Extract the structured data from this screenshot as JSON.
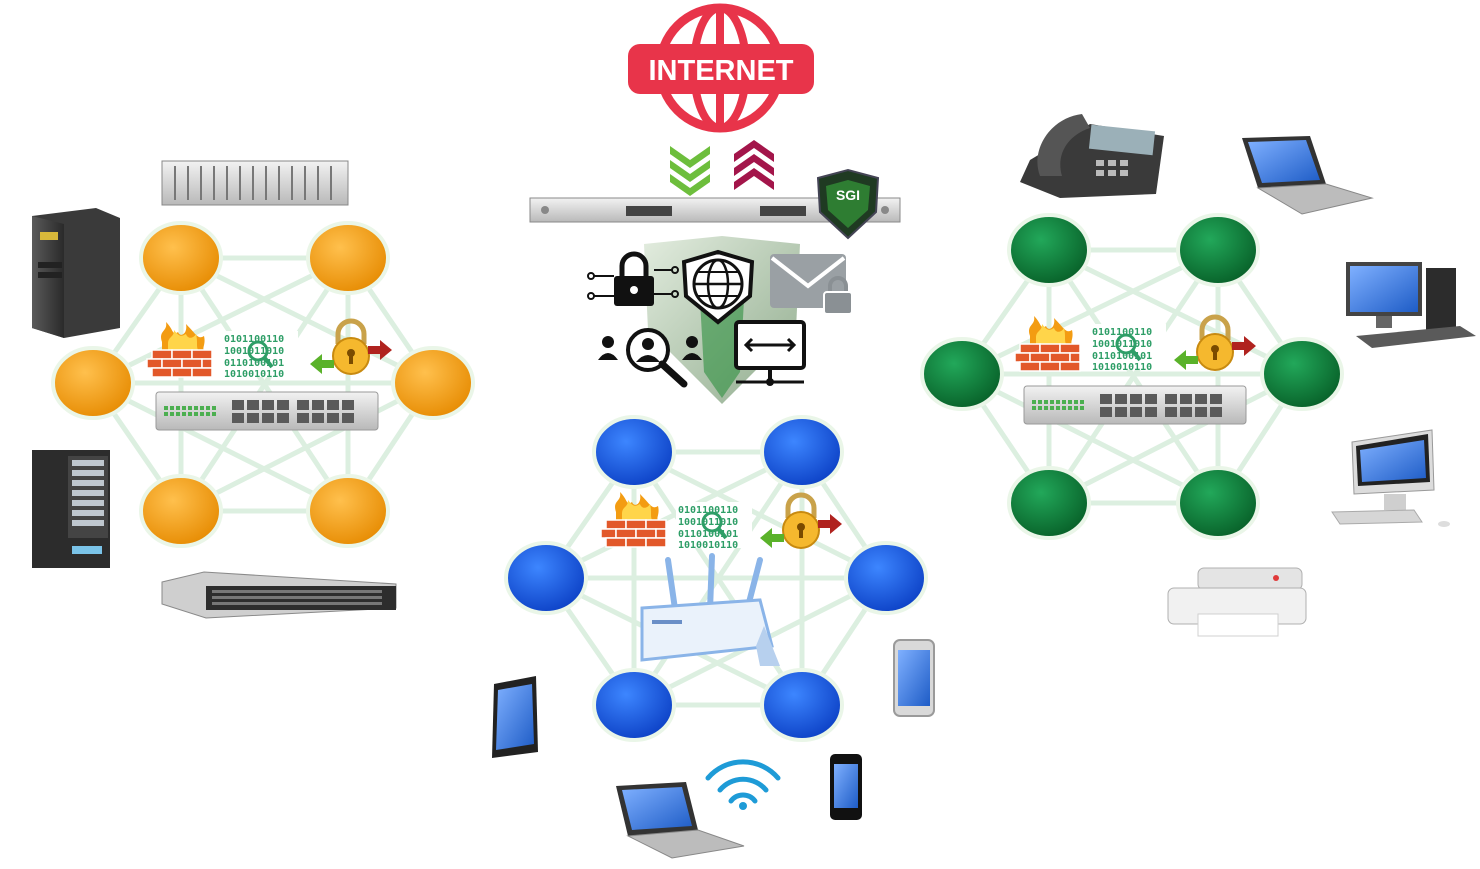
{
  "internet": {
    "label": "INTERNET",
    "color": "#e8344a"
  },
  "gateway": {
    "badge": "SGI"
  },
  "clusters": {
    "left": {
      "node_color": "#f39c12",
      "node_count": 6,
      "device": "switch"
    },
    "center": {
      "node_color": "#1254d6",
      "node_count": 6,
      "device": "wifi-router"
    },
    "right": {
      "node_color": "#0e7a36",
      "node_count": 6,
      "device": "switch"
    }
  },
  "colors": {
    "mesh": "#dcefe0",
    "firewall": "#e2582a",
    "arrow_down": "#6dbe3c",
    "arrow_up": "#a3154a"
  },
  "security_services": [
    "lock-icon",
    "globe-shield-icon",
    "encrypted-mail-icon",
    "user-search-icon",
    "network-exchange-icon"
  ],
  "left_devices": [
    "rack-server-icon",
    "tower-server-icon",
    "blade-server-icon",
    "rack-unit-server-icon"
  ],
  "center_devices": [
    "tablet-icon",
    "smartphone-icon",
    "laptop-icon",
    "wifi-icon",
    "mobile-phone-icon"
  ],
  "right_devices": [
    "ip-phone-icon",
    "laptop-icon",
    "desktop-computer-icon",
    "imac-icon",
    "printer-icon"
  ]
}
